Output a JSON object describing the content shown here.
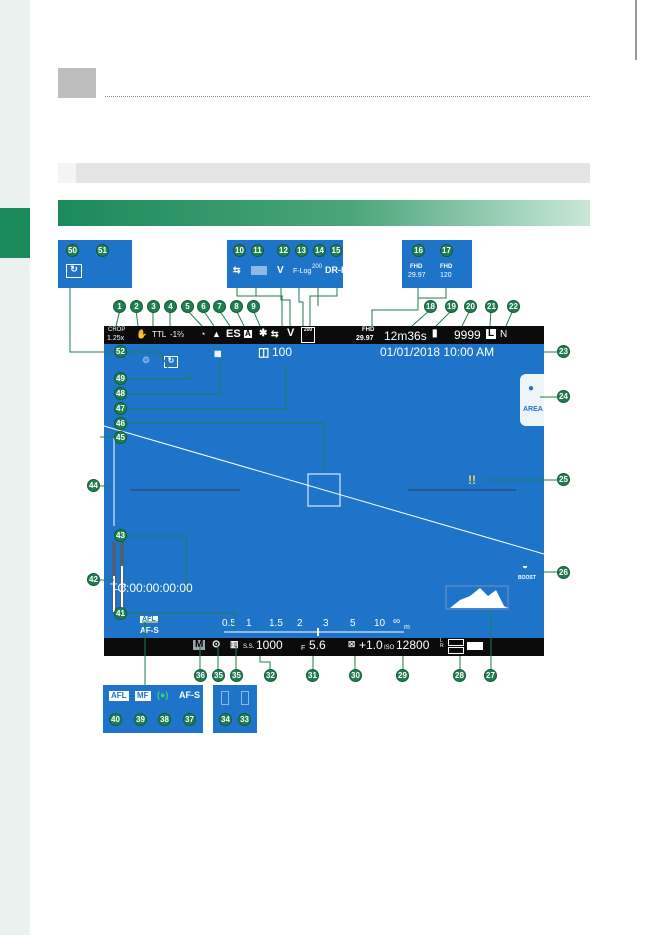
{
  "screen": {
    "crop_label": "CROP",
    "crop_value": "1.25x",
    "flash": "TTL",
    "flash_comp": "-1⅔",
    "shutter_type": "ES",
    "frame_rate": "29.97",
    "time_remaining": "12m36s",
    "frames_remaining": "9999",
    "image_size": "L",
    "quality": "N",
    "date_time": "01/01/2018 10:00 AM",
    "area_label": "AREA",
    "boost_label": "BOOST",
    "timecode": "TC:00:00:00:00",
    "level_lr": "L R",
    "distance_scale": [
      "0.5",
      "1",
      "1.5",
      "2",
      "3",
      "5",
      "10",
      "∞"
    ],
    "distance_unit": "m",
    "mode": "M",
    "shutter_speed_prefix": "S.S.",
    "shutter_speed": "1000",
    "aperture_prefix": "F",
    "aperture": "5.6",
    "exposure_comp": "+1.0",
    "iso_prefix": "ISO",
    "iso": "12800",
    "battery_lr": "L R",
    "afl": "AFL",
    "af_mode": "AF-S",
    "mf": "MF",
    "frame_count": "100",
    "dr_label": "DR-P",
    "flog_label": "F-Log",
    "fhd_label": "FHD",
    "fhd_rate": "29.97",
    "fhd_hs": "FHD",
    "fhd_hs_rate": "120",
    "dr200": "200"
  },
  "callouts": [
    "1",
    "2",
    "3",
    "4",
    "5",
    "6",
    "7",
    "8",
    "9",
    "10",
    "11",
    "12",
    "13",
    "14",
    "15",
    "16",
    "17",
    "18",
    "19",
    "20",
    "21",
    "22",
    "23",
    "24",
    "25",
    "26",
    "27",
    "28",
    "29",
    "30",
    "31",
    "32",
    "33",
    "34",
    "35",
    "36",
    "37",
    "38",
    "39",
    "40",
    "41",
    "42",
    "43",
    "44",
    "45",
    "46",
    "47",
    "48",
    "49",
    "50",
    "51",
    "52"
  ],
  "colors": {
    "screen": "#1e74c9",
    "accent": "#1b8a5a",
    "callout": "#1f7e4f"
  }
}
